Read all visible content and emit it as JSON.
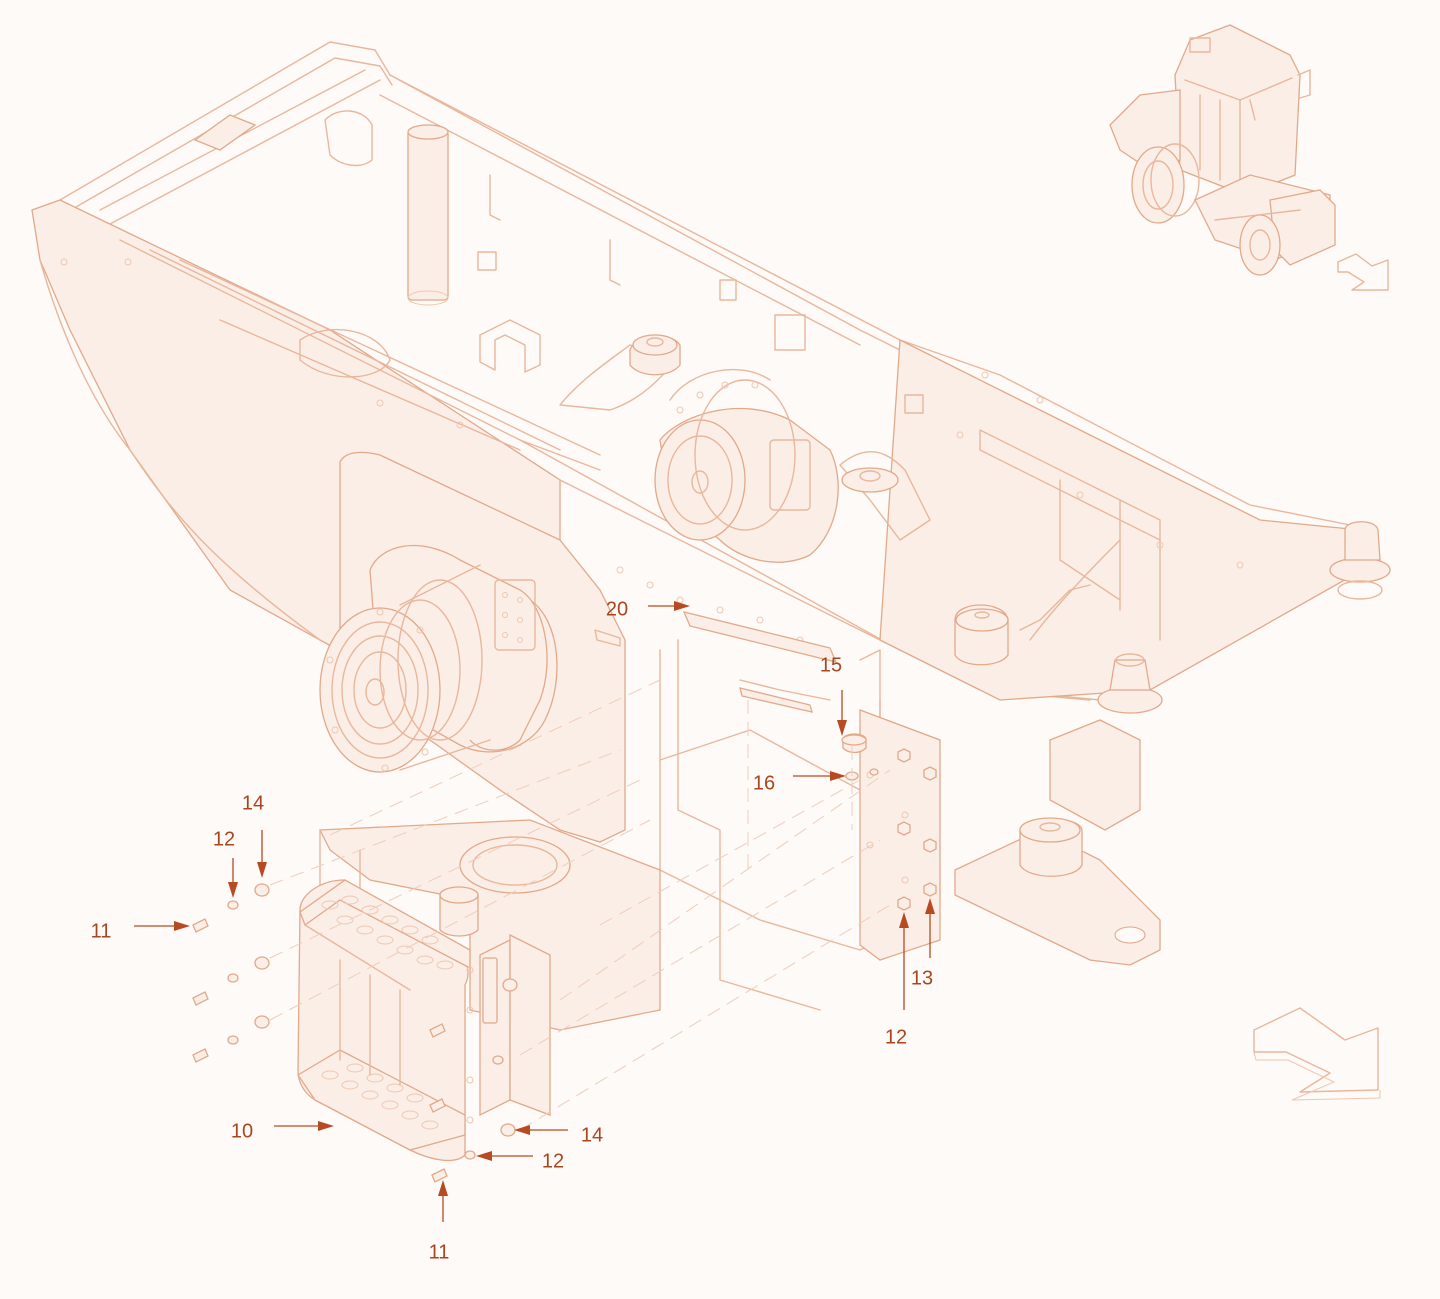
{
  "callouts": {
    "c20": "20",
    "c15": "15",
    "c16": "16",
    "c14_top": "14",
    "c12_top": "12",
    "c11_left": "11",
    "c12_right": "12",
    "c13": "13",
    "c10": "10",
    "c14_bottom": "14",
    "c12_bottom": "12",
    "c11_bottom": "11"
  },
  "colors": {
    "callout_text": "#a8471f",
    "leader_line": "#b84a22",
    "drawing_line": "#e9b79c",
    "background": "#fdfaf7"
  },
  "icons": {
    "direction_arrow_main": "hollow-arrow-down-right-icon",
    "direction_arrow_thumbnail": "hollow-arrow-down-right-icon"
  }
}
